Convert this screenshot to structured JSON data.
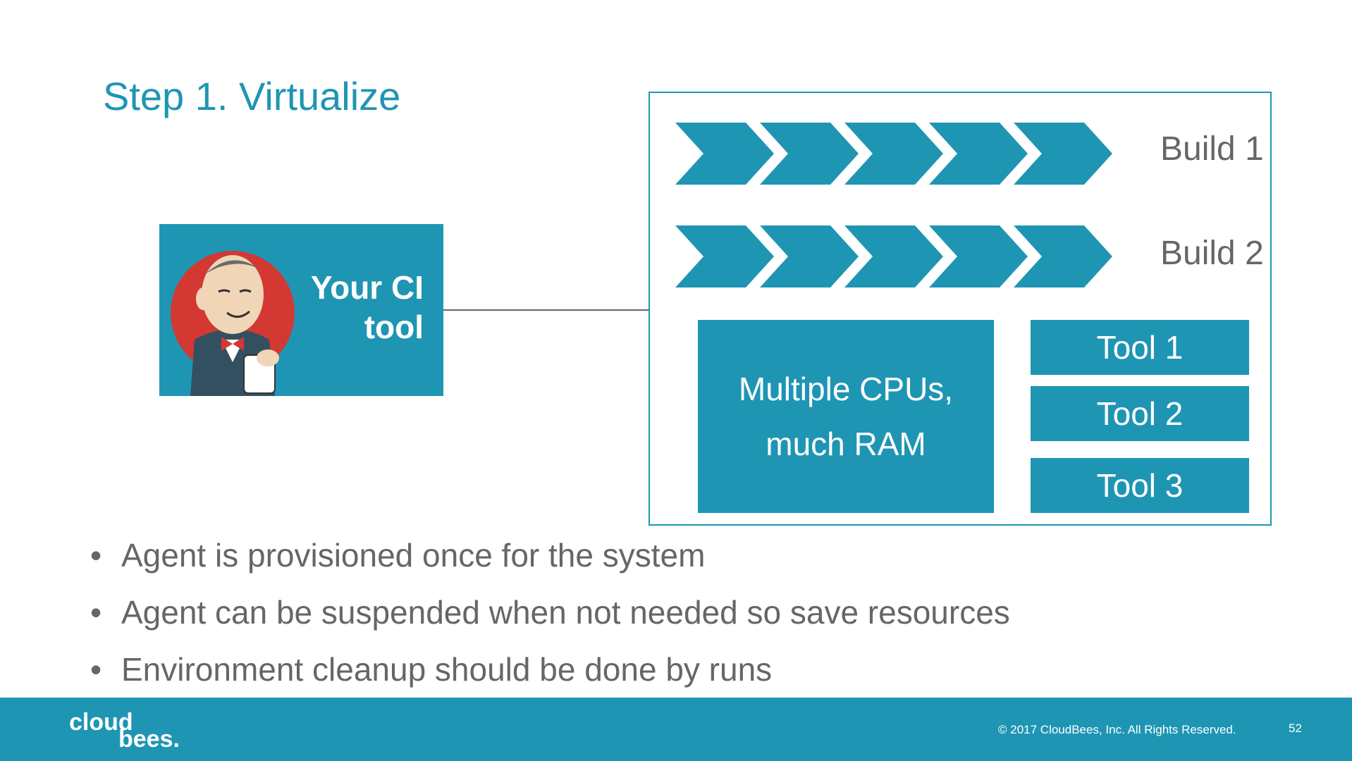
{
  "slide": {
    "title": "Step 1. Virtualize"
  },
  "ci_tool": {
    "label_line1": "Your CI",
    "label_line2": "tool",
    "mascot_icon": "jenkins-butler-icon"
  },
  "system": {
    "builds": [
      {
        "label": "Build 1"
      },
      {
        "label": "Build 2"
      }
    ],
    "resources": {
      "line1": "Multiple CPUs,",
      "line2": "much RAM"
    },
    "tools": [
      {
        "label": "Tool 1"
      },
      {
        "label": "Tool 2"
      },
      {
        "label": "Tool 3"
      }
    ]
  },
  "bullets": [
    "Agent is provisioned once for the system",
    "Agent can be suspended when not needed so save resources",
    "Environment cleanup should be done by runs"
  ],
  "bullet_glyph": "•",
  "footer": {
    "logo_line1": "cloud",
    "logo_line2": "bees.",
    "copyright": "© 2017 CloudBees, Inc. All Rights Reserved.",
    "page_number": "52"
  },
  "colors": {
    "accent": "#1f95b4",
    "text_gray": "#666666",
    "background": "#ffffff"
  }
}
